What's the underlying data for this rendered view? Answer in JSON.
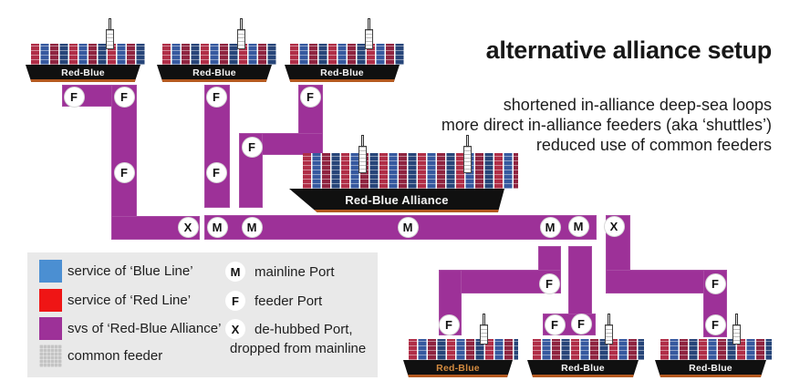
{
  "title": "alternative alliance setup",
  "subtitle_lines": [
    "shortened in-alliance deep-sea loops",
    "more direct in-alliance feeders (aka ‘shuttles’)",
    "reduced use of common feeders"
  ],
  "colors": {
    "alliance_route": "#9d3198",
    "blue_line": "#4b8fd2",
    "red_line": "#ef1515",
    "common_feeder": "#c4c4c4",
    "hull": "#101010",
    "keel_stripe": "#b4591f",
    "bottom_left_ship_label": "#d28a3f"
  },
  "ships": {
    "top": [
      {
        "label": "Red-Blue"
      },
      {
        "label": "Red-Blue"
      },
      {
        "label": "Red-Blue"
      }
    ],
    "alliance": {
      "label": "Red-Blue Alliance"
    },
    "bottom": [
      {
        "label": "Red-Blue"
      },
      {
        "label": "Red-Blue"
      },
      {
        "label": "Red-Blue"
      }
    ]
  },
  "ports": [
    {
      "id": "feeder-1",
      "letter": "F"
    },
    {
      "id": "feeder-2",
      "letter": "F"
    },
    {
      "id": "feeder-3",
      "letter": "F"
    },
    {
      "id": "dehubbed-1",
      "letter": "X"
    },
    {
      "id": "mainline-1",
      "letter": "M"
    },
    {
      "id": "mainline-2",
      "letter": "M"
    },
    {
      "id": "feeder-4",
      "letter": "F"
    },
    {
      "id": "feeder-5",
      "letter": "F"
    },
    {
      "id": "feeder-6",
      "letter": "F"
    },
    {
      "id": "feeder-7",
      "letter": "F"
    },
    {
      "id": "mainline-3",
      "letter": "M"
    },
    {
      "id": "mainline-4",
      "letter": "M"
    },
    {
      "id": "mainline-5",
      "letter": "M"
    },
    {
      "id": "dehubbed-2",
      "letter": "X"
    },
    {
      "id": "feeder-8",
      "letter": "F"
    },
    {
      "id": "feeder-9",
      "letter": "F"
    },
    {
      "id": "feeder-10",
      "letter": "F"
    },
    {
      "id": "feeder-11",
      "letter": "F"
    },
    {
      "id": "feeder-12",
      "letter": "F"
    },
    {
      "id": "feeder-13",
      "letter": "F"
    }
  ],
  "legend": {
    "services": [
      {
        "label": "service of ‘Blue Line’"
      },
      {
        "label": "service of ‘Red Line’"
      },
      {
        "label": "svs of ‘Red-Blue Alliance’"
      },
      {
        "label": "common feeder"
      }
    ],
    "port_types": [
      {
        "letter": "M",
        "label": "mainline Port"
      },
      {
        "letter": "F",
        "label": "feeder Port"
      },
      {
        "letter": "X",
        "label": "de-hubbed Port,"
      }
    ],
    "note": "dropped from mainline"
  }
}
